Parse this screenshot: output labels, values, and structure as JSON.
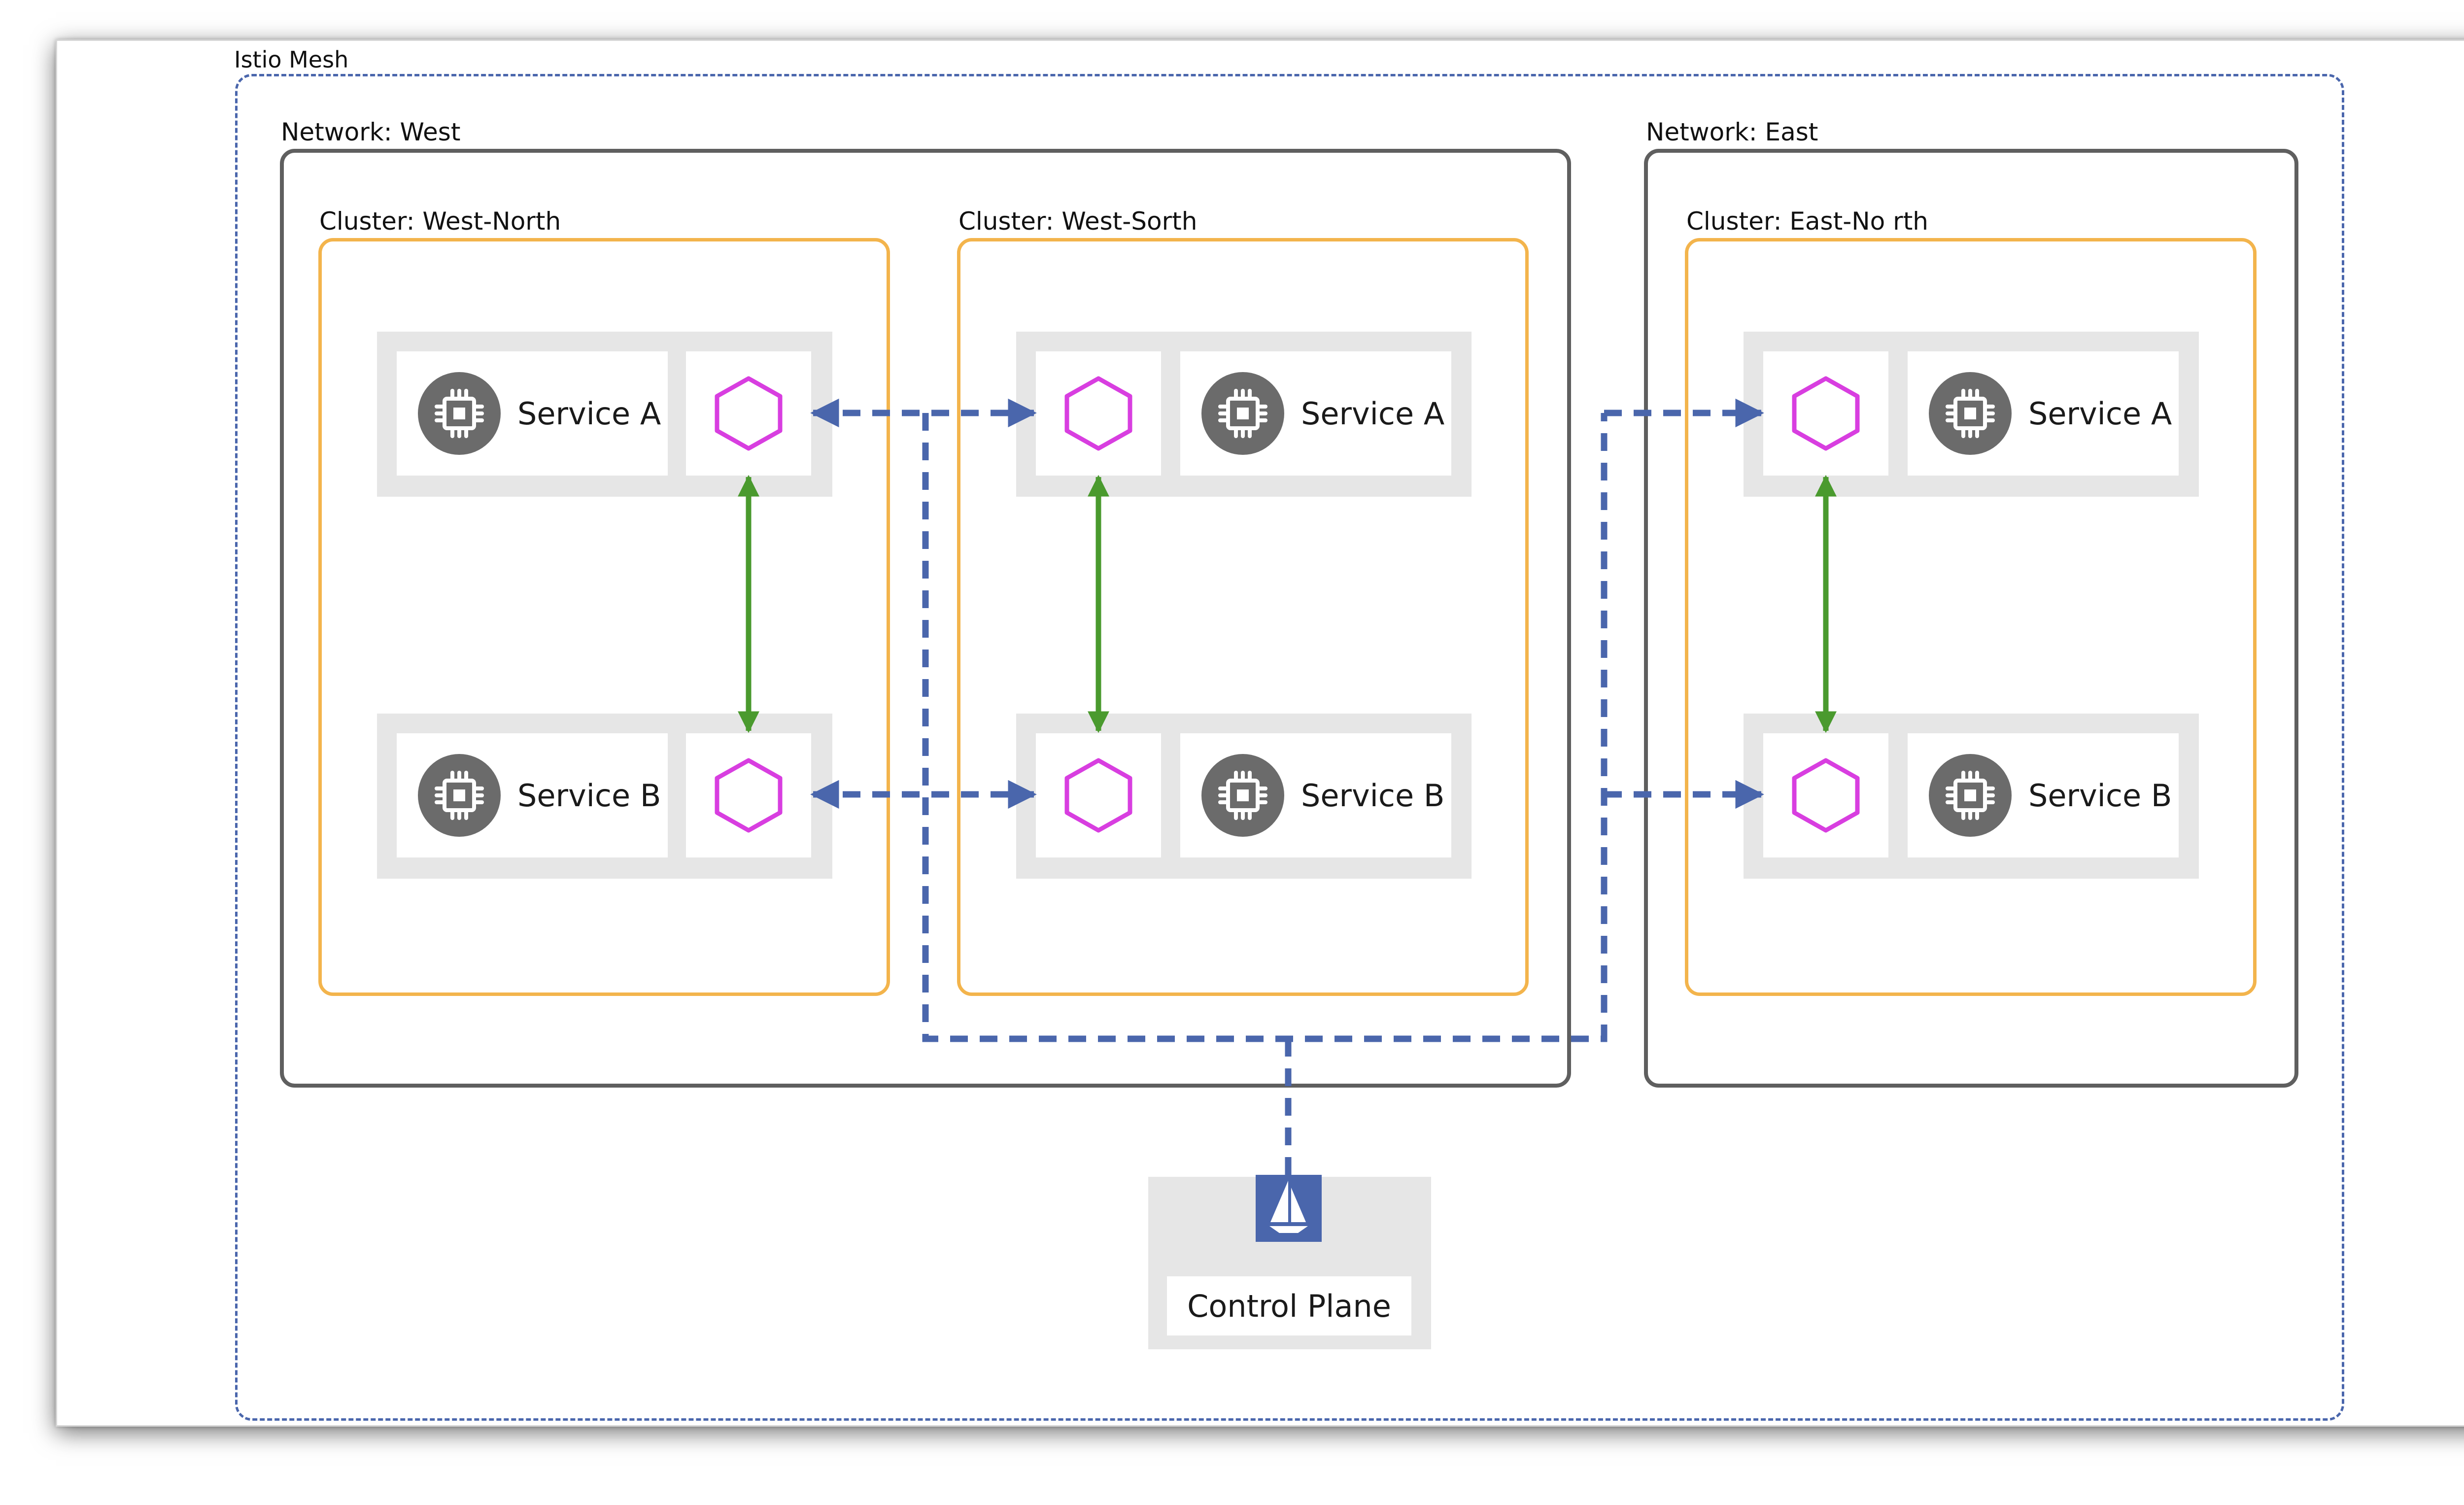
{
  "mesh": {
    "label": "Istio Mesh"
  },
  "networks": [
    {
      "label": "Network:  West"
    },
    {
      "label": "Network:  East"
    }
  ],
  "clusters": [
    {
      "label": "Cluster:  West-North"
    },
    {
      "label": "Cluster:  West-Sorth"
    },
    {
      "label": "Cluster:  East-No rth"
    }
  ],
  "services": {
    "a": "Service A",
    "b": "Service B"
  },
  "control_plane": {
    "label": "Control Plane"
  },
  "icons": {
    "service": "microchip-icon",
    "sidecar": "hexagon-proxy-icon",
    "control_plane": "istio-sail-icon"
  },
  "colors": {
    "mesh_border": "#4a66ac",
    "network_border": "#5f5f5f",
    "cluster_border": "#f3b44c",
    "sidecar": "#d83ee0",
    "local_link": "#4a9a2e",
    "cross_link": "#4a66ac",
    "service_icon": "#6b6b6b",
    "control_plane_icon": "#4a66ac"
  }
}
